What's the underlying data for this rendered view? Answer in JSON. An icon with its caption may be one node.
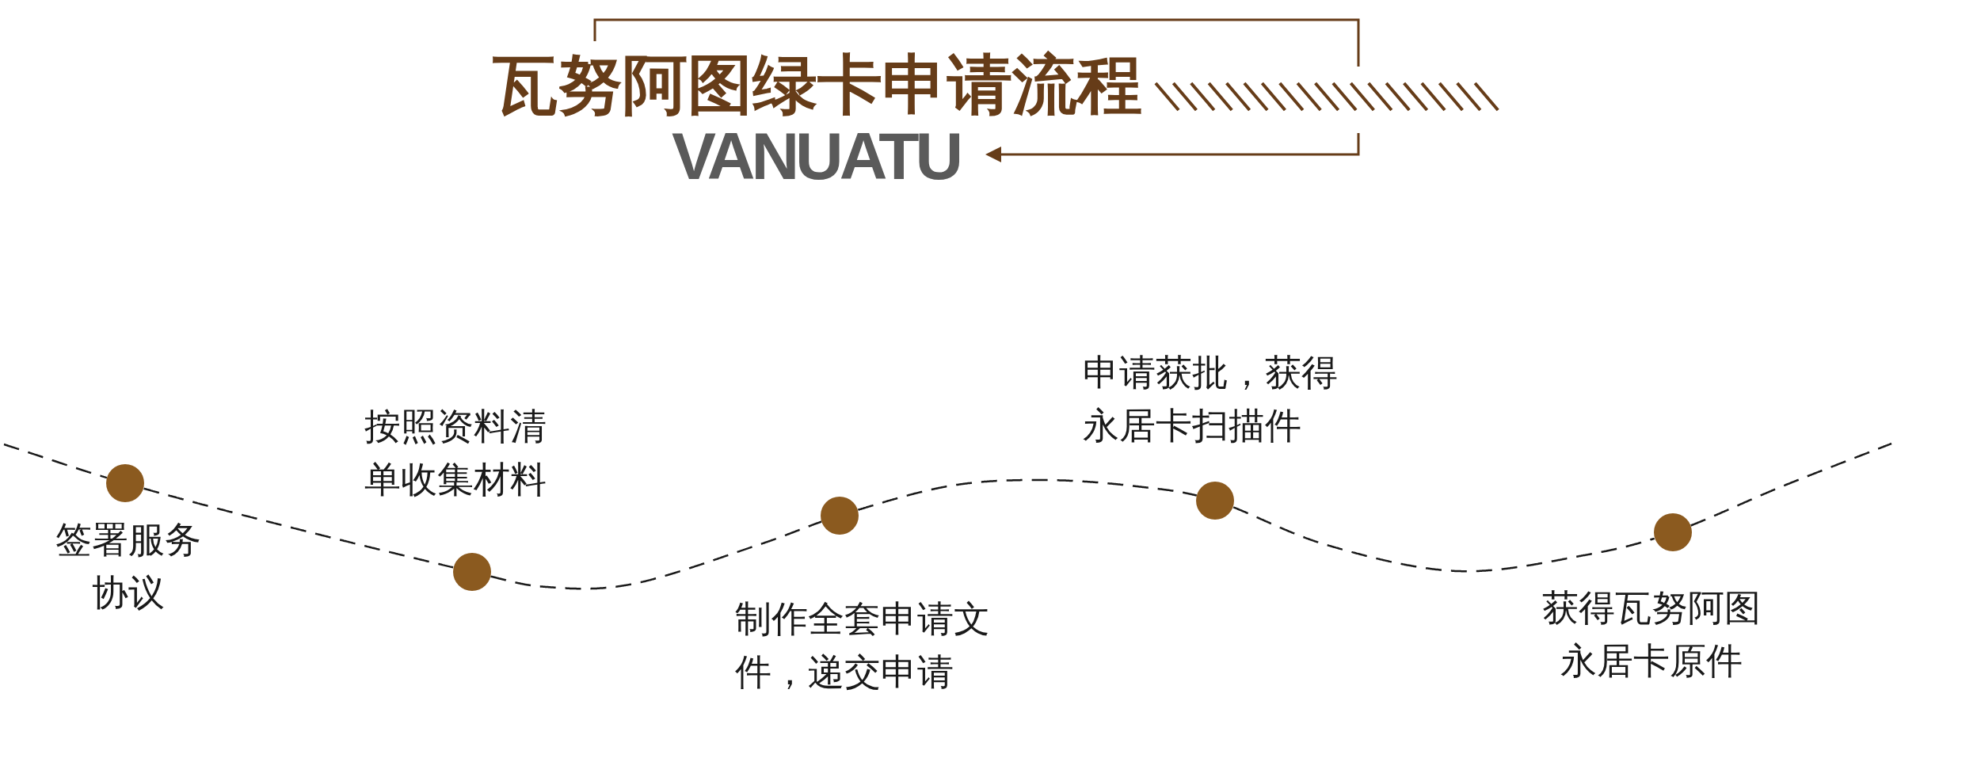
{
  "diagram": {
    "title": "瓦努阿图绿卡申请流程",
    "nodes": [
      {
        "text": [],
        "shape": "circle",
        "beside": [
          "签署服务协议"
        ]
      },
      {
        "text": [],
        "shape": "circle",
        "beside": [
          "按照资料清单收集材料"
        ]
      },
      {
        "text": [],
        "shape": "circle",
        "beside": [
          "制作全套申请文件，递交申请"
        ]
      },
      {
        "text": [],
        "shape": "circle",
        "beside": [
          "申请获批，获得永居卡扫描件"
        ]
      },
      {
        "text": [],
        "shape": "circle",
        "beside": [
          "获得瓦努阿图永居卡原件"
        ]
      }
    ],
    "edges": [
      {
        "from": null,
        "to": 0,
        "arrow": "none",
        "style": "dashed"
      },
      {
        "from": 0,
        "to": 1,
        "arrow": "none",
        "style": "dashed"
      },
      {
        "from": 1,
        "to": 2,
        "arrow": "none",
        "style": "dashed"
      },
      {
        "from": 2,
        "to": 3,
        "arrow": "none",
        "style": "dashed"
      },
      {
        "from": 3,
        "to": 4,
        "arrow": "none",
        "style": "dashed"
      },
      {
        "from": 4,
        "to": null,
        "arrow": "none",
        "style": "dashed"
      }
    ],
    "labels": [
      "VANUATU"
    ]
  }
}
